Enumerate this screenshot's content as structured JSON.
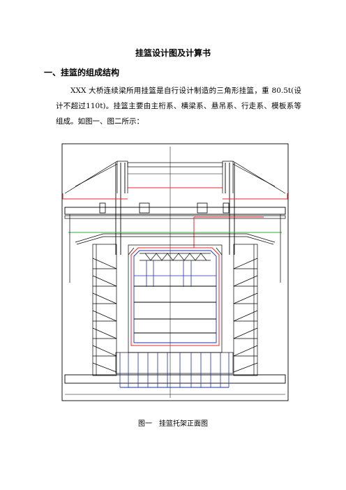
{
  "doc": {
    "title": "挂篮设计图及计算书",
    "section_heading": "一、挂篮的组成结构",
    "paragraph": "XXX 大桥连续梁所用挂篮是自行设计制造的三角形挂篮，重 80.5t(设计不超过110t)。挂篮主要由主桁系、横梁系、悬吊系、行走系、模板系等组成。如图一、图二所示：",
    "figure_caption": "图一　挂篮托架正面图"
  },
  "figure": {
    "description_colors": {
      "outline": "#000000",
      "red_lines": "#e8262a",
      "blue_lines": "#1b2fb0",
      "green_line": "#2fae3a"
    }
  }
}
